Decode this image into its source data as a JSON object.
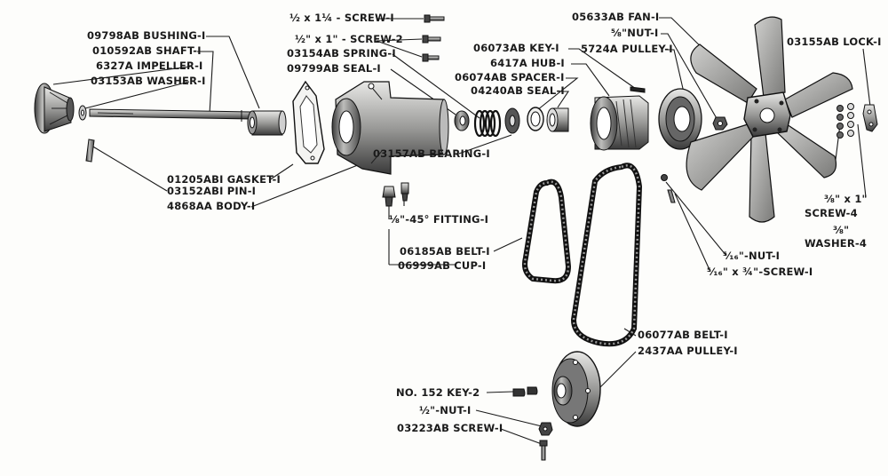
{
  "labels": {
    "bushing": "09798AB  BUSHING-I",
    "shaft": "010592AB SHAFT-I",
    "impeller": "6327A IMPELLER-I",
    "washer": "03153AB WASHER-I",
    "gasket": "01205ABI GASKET-I",
    "pin": "03152ABI PIN-I",
    "body": "4868AA BODY-I",
    "screw_half_1_14": "½ x 1¼ - SCREW-I",
    "screw_half_1": "½\" x 1\" - SCREW-2",
    "spring": "03154AB SPRING-I",
    "seal_1": "09799AB  SEAL-I",
    "key": "06073AB KEY-I",
    "hub": "6417A HUB-I",
    "spacer": "06074AB SPACER-I",
    "seal_2": "04240AB SEAL-I",
    "bearing": "03157AB  BEARING-I",
    "fan": "05633AB FAN-I",
    "nut_58": "⅝\"NUT-I",
    "pulley_5724": "5724A PULLEY-I",
    "lock": "03155AB LOCK-I",
    "screw_38": "⅜\" x 1\"",
    "screw_38_qty": "SCREW-4",
    "washer_38": "⅜\"",
    "washer_38_qty": "WASHER-4",
    "fitting": "⅛\"-45° FITTING-I",
    "belt_06185": "06185AB BELT-I",
    "cup": "06999AB CUP-I",
    "nut_516": "⁵⁄₁₆\"-NUT-I",
    "screw_516": "⁵⁄₁₆\" x ¾\"-SCREW-I",
    "belt_06077": "06077AB BELT-I",
    "pulley_2437": "2437AA PULLEY-I",
    "key_152": "NO. 152 KEY-2",
    "nut_half": "½\"-NUT-I",
    "screw_03223": "03223AB SCREW-I"
  }
}
